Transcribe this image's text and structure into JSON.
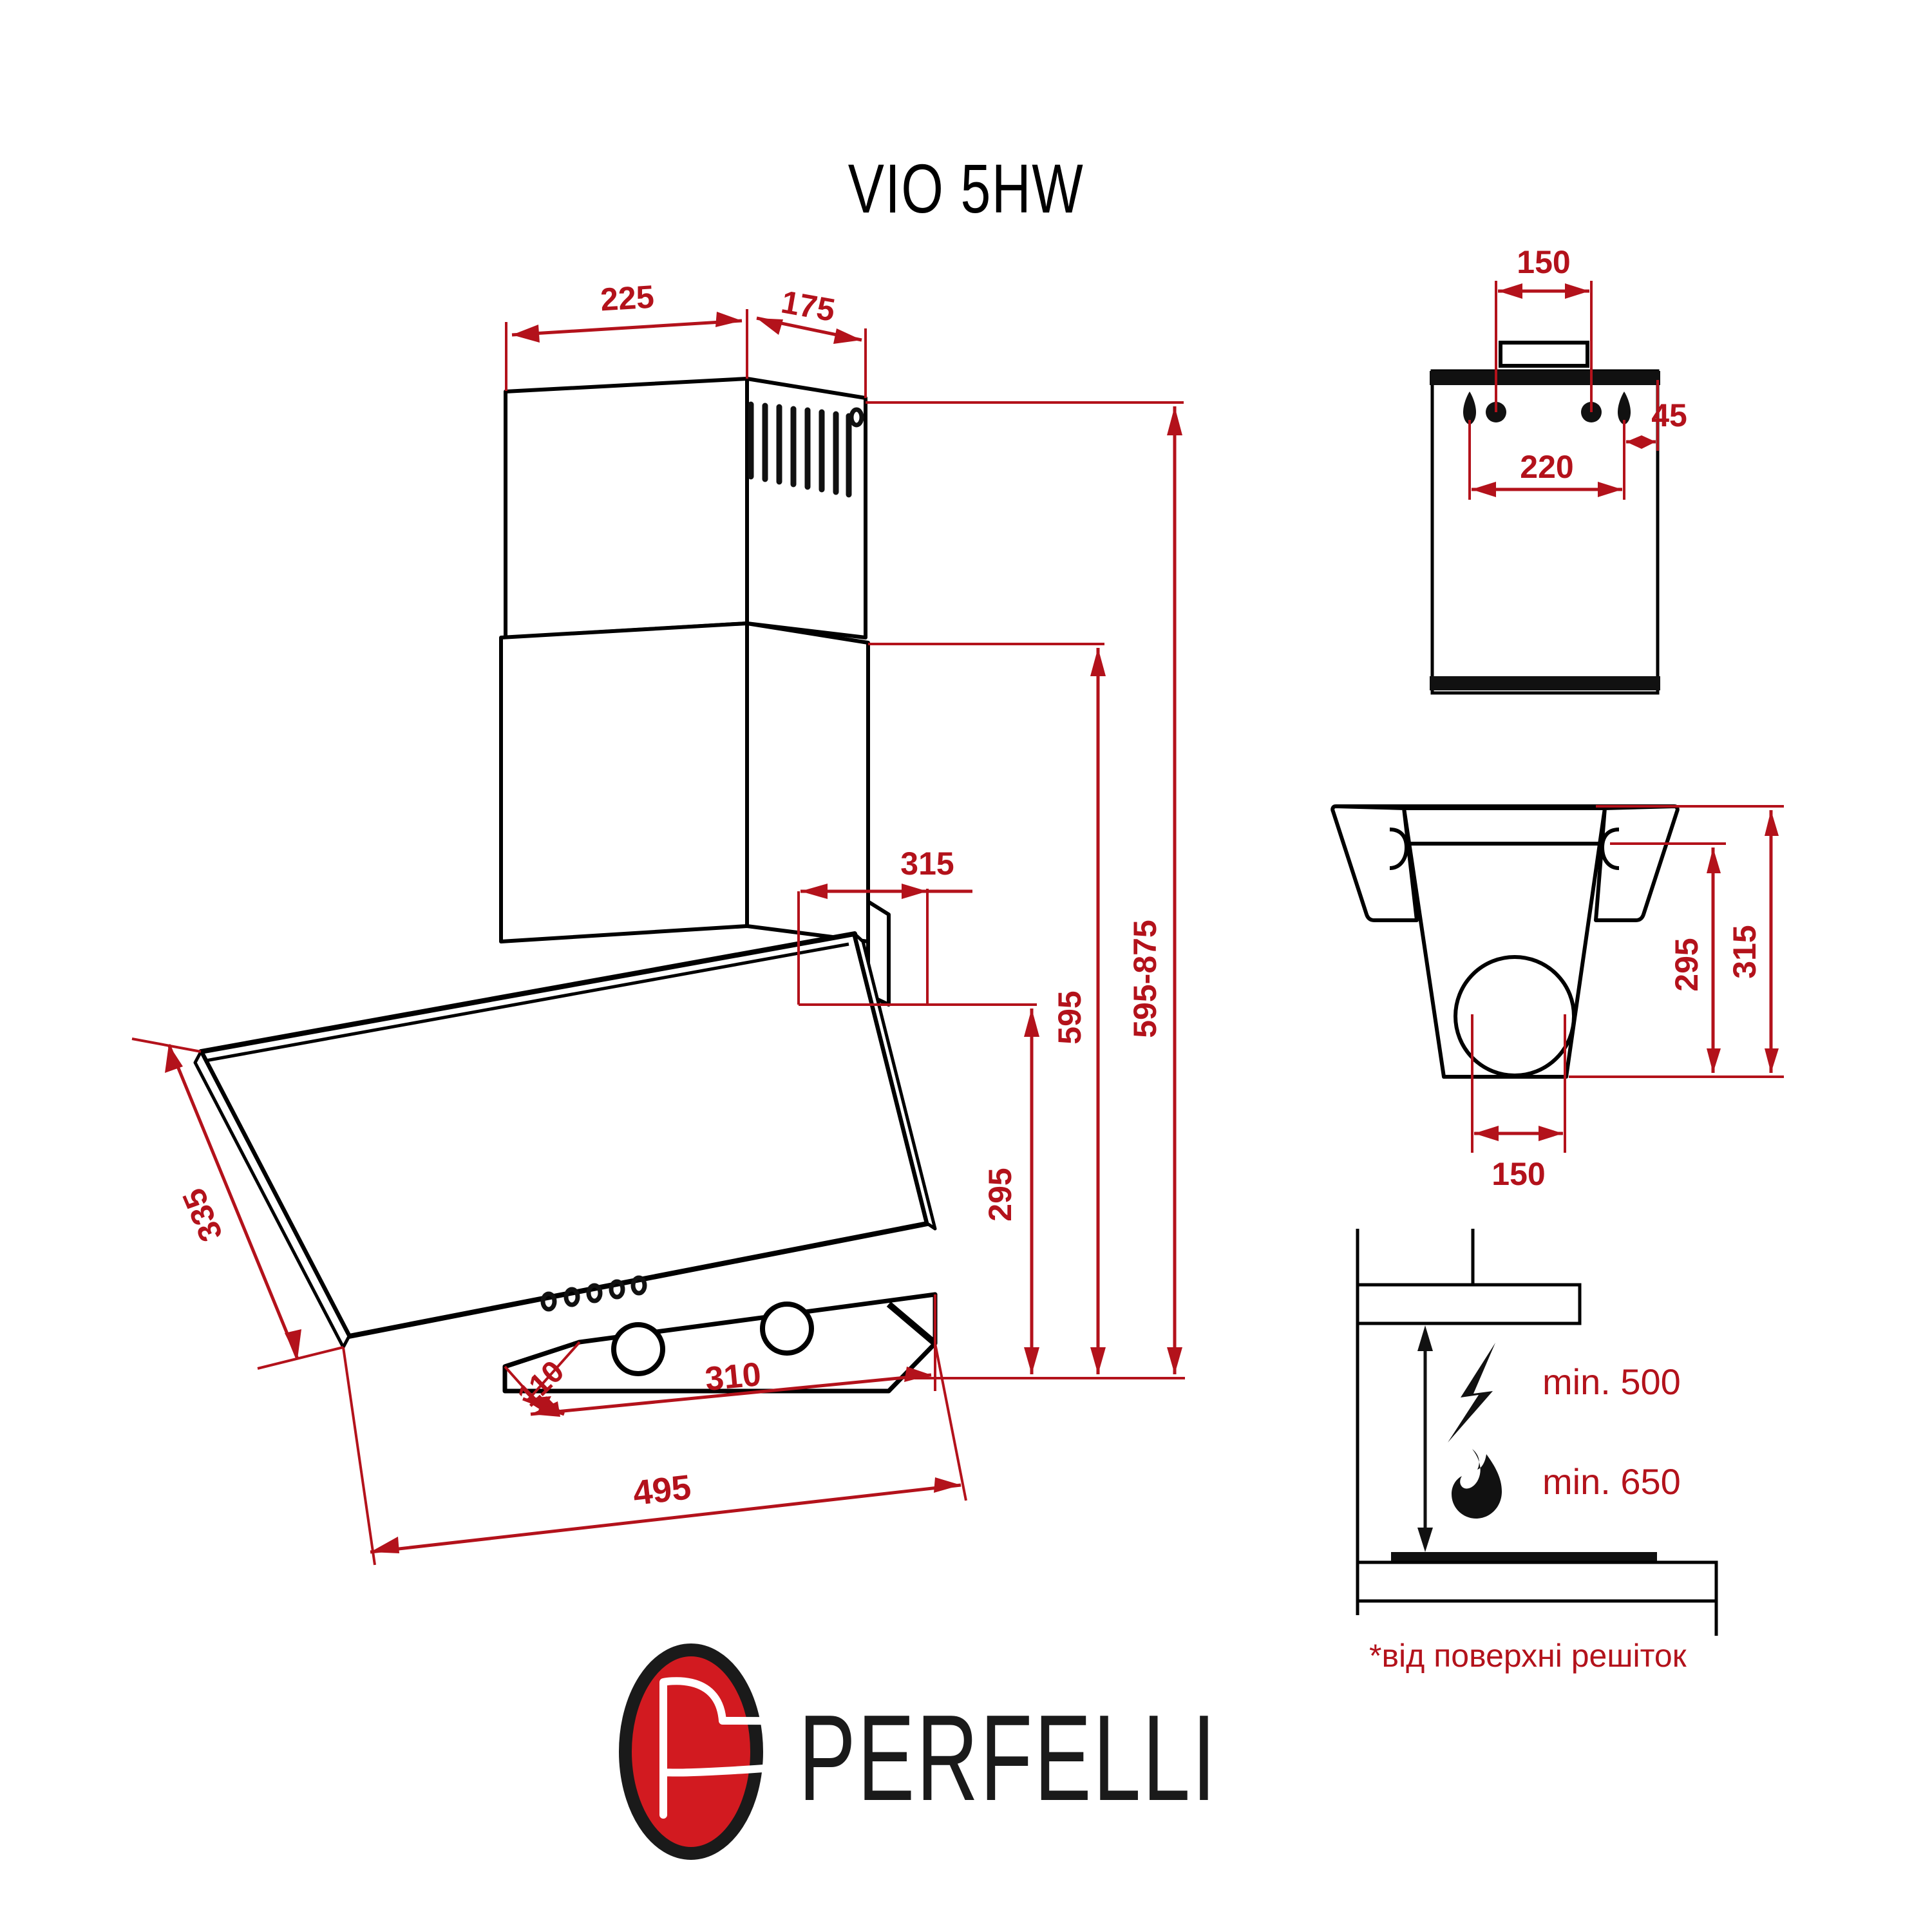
{
  "page": {
    "title": "VIO 5HW",
    "background_color": "#ffffff",
    "line_color": "#000000",
    "dimension_color": "#b3121b"
  },
  "main_view": {
    "name": "front-perspective-view",
    "dimensions": {
      "chimney_left_face": "225",
      "chimney_right_face": "175",
      "glass_panel_slant": "335",
      "hood_depth_top": "315",
      "hood_body_height": "595",
      "chimney_total_height": "595-875",
      "hood_bottom_offset": "295",
      "bottom_chamfer": "110",
      "bottom_inner_width": "310",
      "overall_width": "495"
    },
    "control_buttons_count": 5,
    "lamp_count": 2
  },
  "mount_view": {
    "name": "wall-mounting-template",
    "dimensions": {
      "hole_spacing_inner": "150",
      "hole_spacing_outer": "220",
      "edge_offset": "45"
    },
    "keyhole_count": 2,
    "round_hole_count": 2
  },
  "top_view": {
    "name": "top-section-view",
    "dimensions": {
      "inner_depth": "295",
      "outer_depth": "315",
      "duct_diameter": "150"
    }
  },
  "clearance_view": {
    "name": "installation-clearance-diagram",
    "electric_label": "min. 500",
    "gas_label": "min. 650",
    "footnote": "*від поверхні решіток",
    "electric_icon": "lightning-bolt-icon",
    "gas_icon": "flame-icon"
  },
  "brand": {
    "name": "PERFELLI",
    "mark_letter": "P",
    "mark_color": "#d21a20",
    "mark_outline": "#1a1a1a",
    "wordmark_color": "#1a1a1a"
  }
}
